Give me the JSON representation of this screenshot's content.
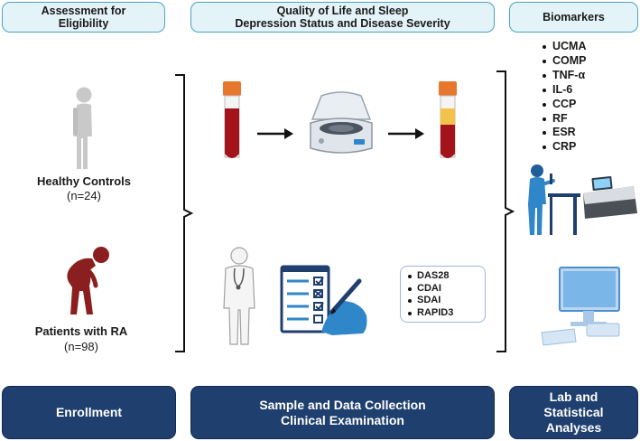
{
  "top_headers": {
    "eligibility": [
      "Assessment for",
      "Eligibility"
    ],
    "quality": [
      "Quality of Life and Sleep",
      "Depression Status and Disease Severity"
    ],
    "biomarkers": "Biomarkers"
  },
  "groups": {
    "healthy": {
      "label": "Healthy Controls",
      "count": "(n=24)"
    },
    "patients": {
      "label": "Patients with RA",
      "count": "(n=98)"
    }
  },
  "biomarker_list": [
    "UCMA",
    "COMP",
    "TNF-α",
    "IL-6",
    "CCP",
    "RF",
    "ESR",
    "CRP"
  ],
  "disease_scores": [
    "DAS28",
    "CDAI",
    "SDAI",
    "RAPID3"
  ],
  "bottom_headers": {
    "enrollment": "Enrollment",
    "collection": [
      "Sample and Data Collection",
      "Clinical Examination"
    ],
    "analyses": [
      "Lab and",
      "Statistical",
      "Analyses"
    ]
  },
  "colors": {
    "header_fill": "#e4f3f8",
    "header_border": "#4aa3c4",
    "footer_fill": "#1f3f6e",
    "healthy_figure": "#c9c9c9",
    "patient_figure": "#8b1e1e",
    "blood": "#a3131b",
    "tube_cap": "#e8772e",
    "plasma": "#f3c24a",
    "accent_blue": "#2f86c8"
  },
  "icons": [
    "healthy-person-icon",
    "patient-person-icon",
    "blood-tube-icon",
    "centrifuge-icon",
    "separated-tube-icon",
    "doctor-icon",
    "checklist-icon",
    "lab-technician-icon",
    "analyzer-icon",
    "computer-icon"
  ]
}
